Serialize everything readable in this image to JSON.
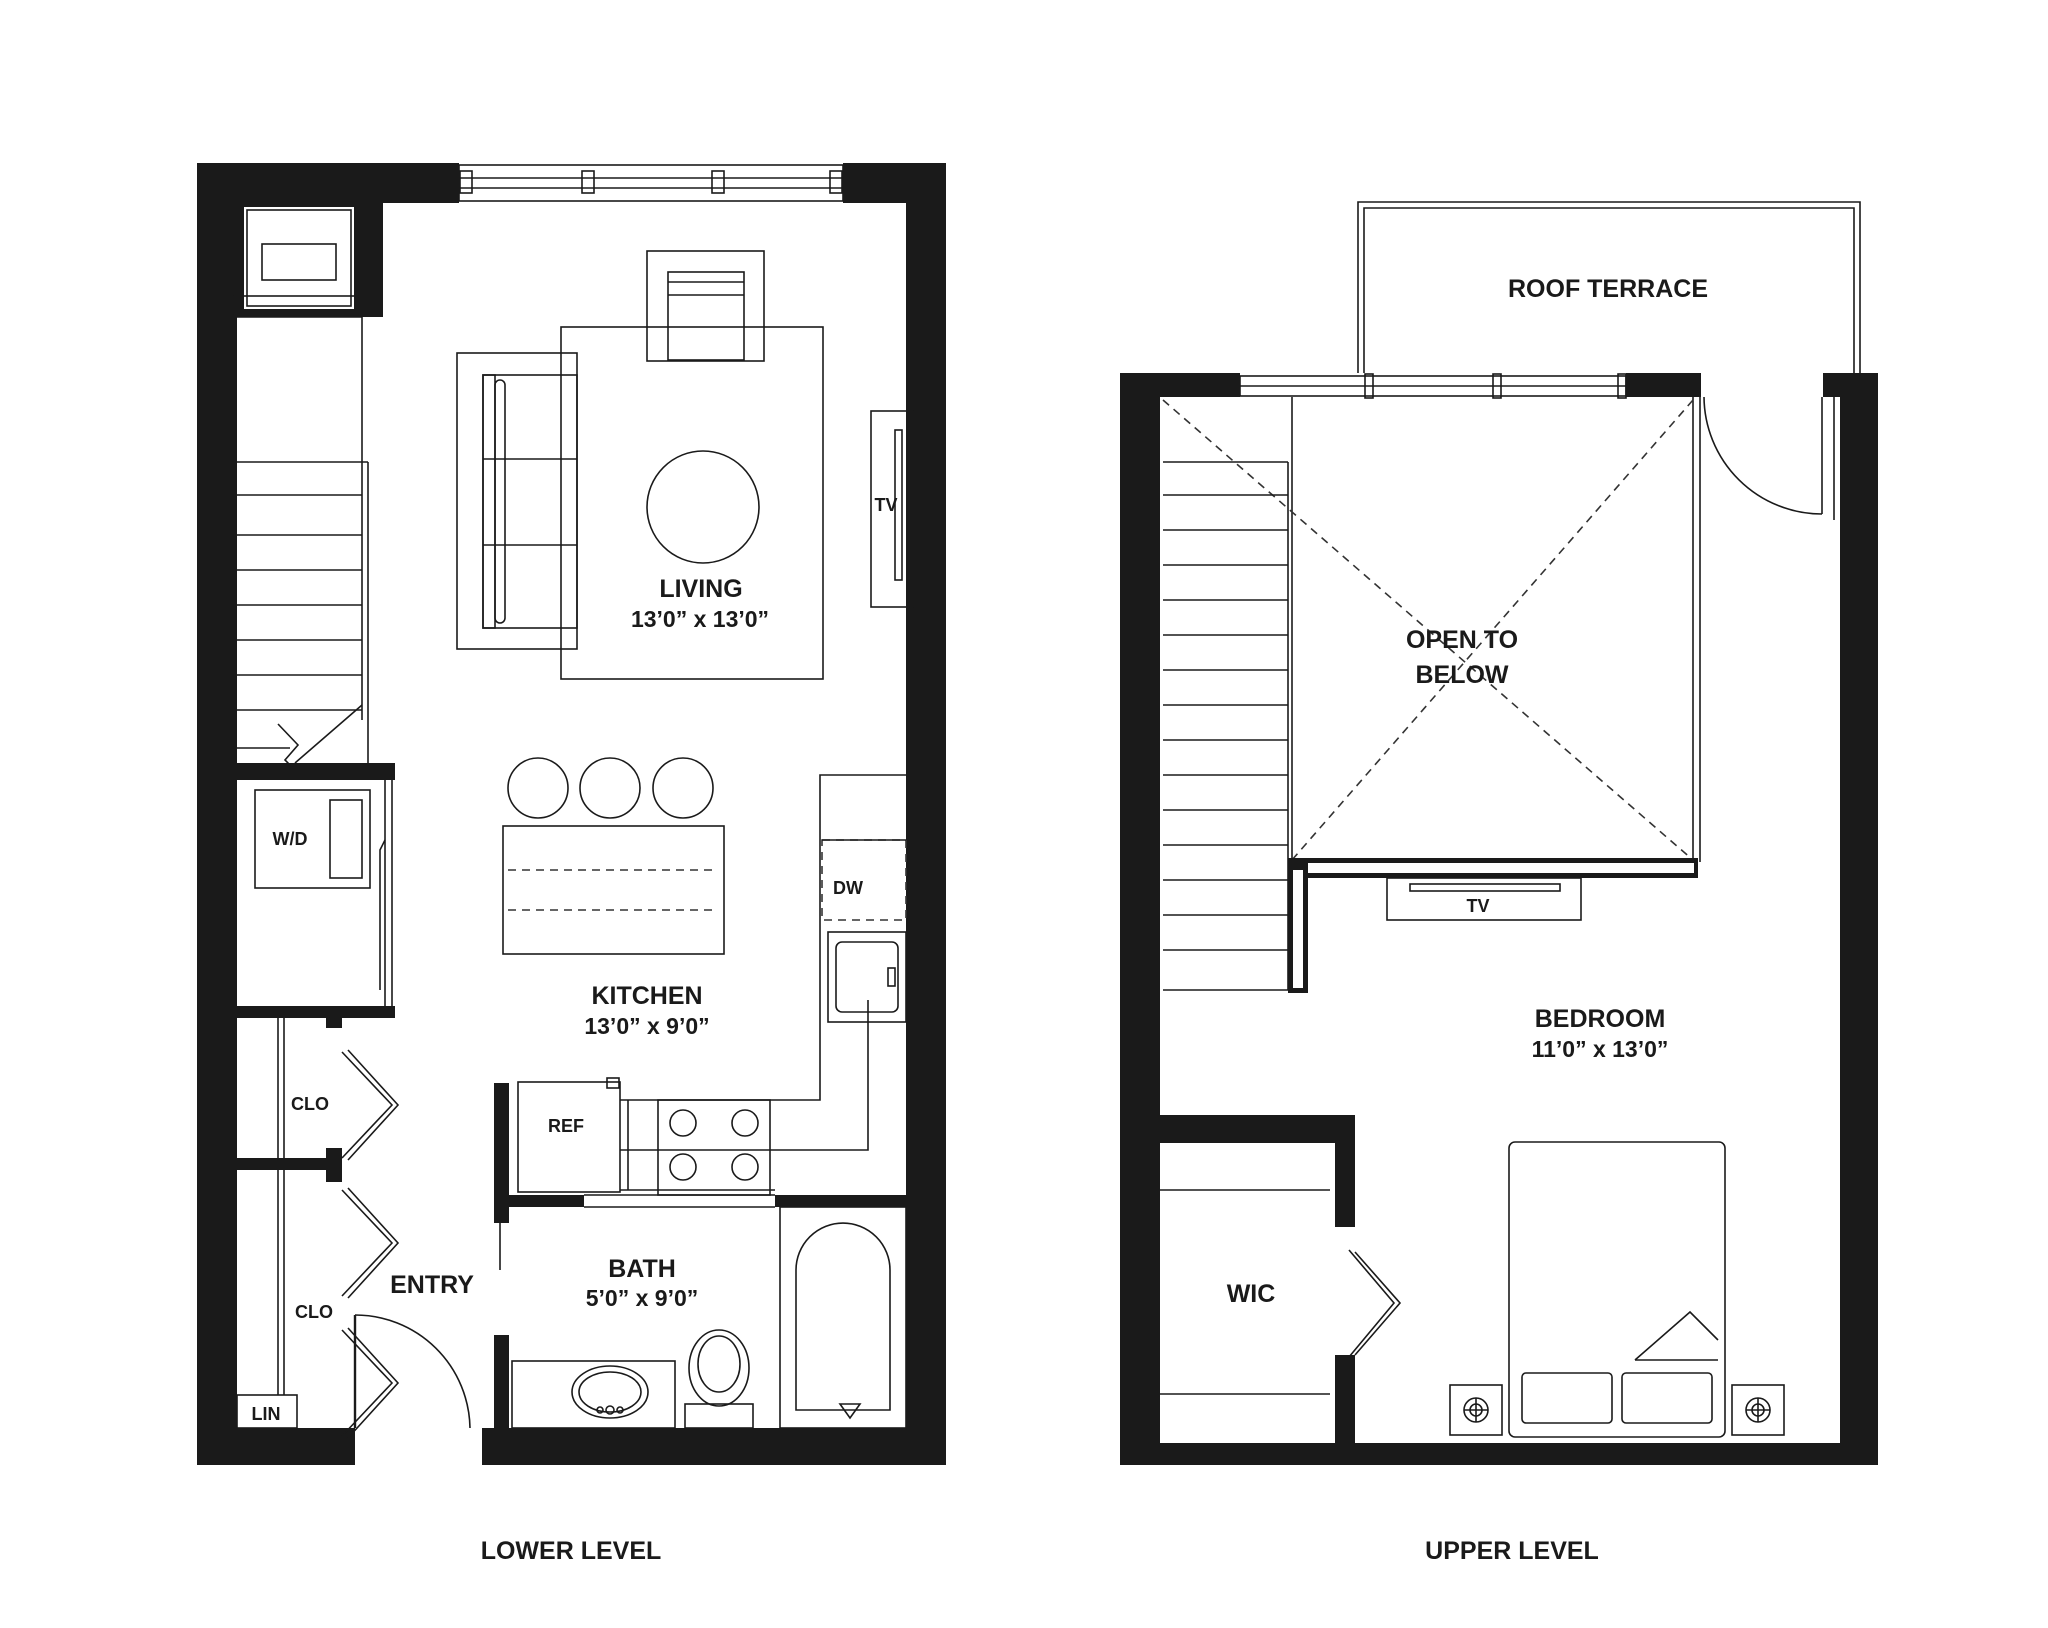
{
  "lower_level": {
    "title": "LOWER LEVEL",
    "rooms": {
      "living": {
        "name": "LIVING",
        "dims": "13’0” x 13’0”"
      },
      "kitchen": {
        "name": "KITCHEN",
        "dims": "13’0” x 9’0”"
      },
      "bath": {
        "name": "BATH",
        "dims": "5’0” x 9’0”"
      },
      "entry": {
        "name": "ENTRY"
      },
      "closet_1": {
        "name": "CLO"
      },
      "closet_2": {
        "name": "CLO"
      },
      "linen": {
        "name": "LIN"
      },
      "laundry": {
        "name": "W/D"
      }
    },
    "fixtures": {
      "tv": "TV",
      "dishwasher": "DW",
      "refrigerator": "REF"
    }
  },
  "upper_level": {
    "title": "UPPER LEVEL",
    "rooms": {
      "roof_terrace": {
        "name": "ROOF TERRACE"
      },
      "open_to_below": {
        "line1": "OPEN TO",
        "line2": "BELOW"
      },
      "bedroom": {
        "name": "BEDROOM",
        "dims": "11’0” x 13’0”"
      },
      "wic": {
        "name": "WIC"
      }
    },
    "fixtures": {
      "tv": "TV"
    }
  }
}
